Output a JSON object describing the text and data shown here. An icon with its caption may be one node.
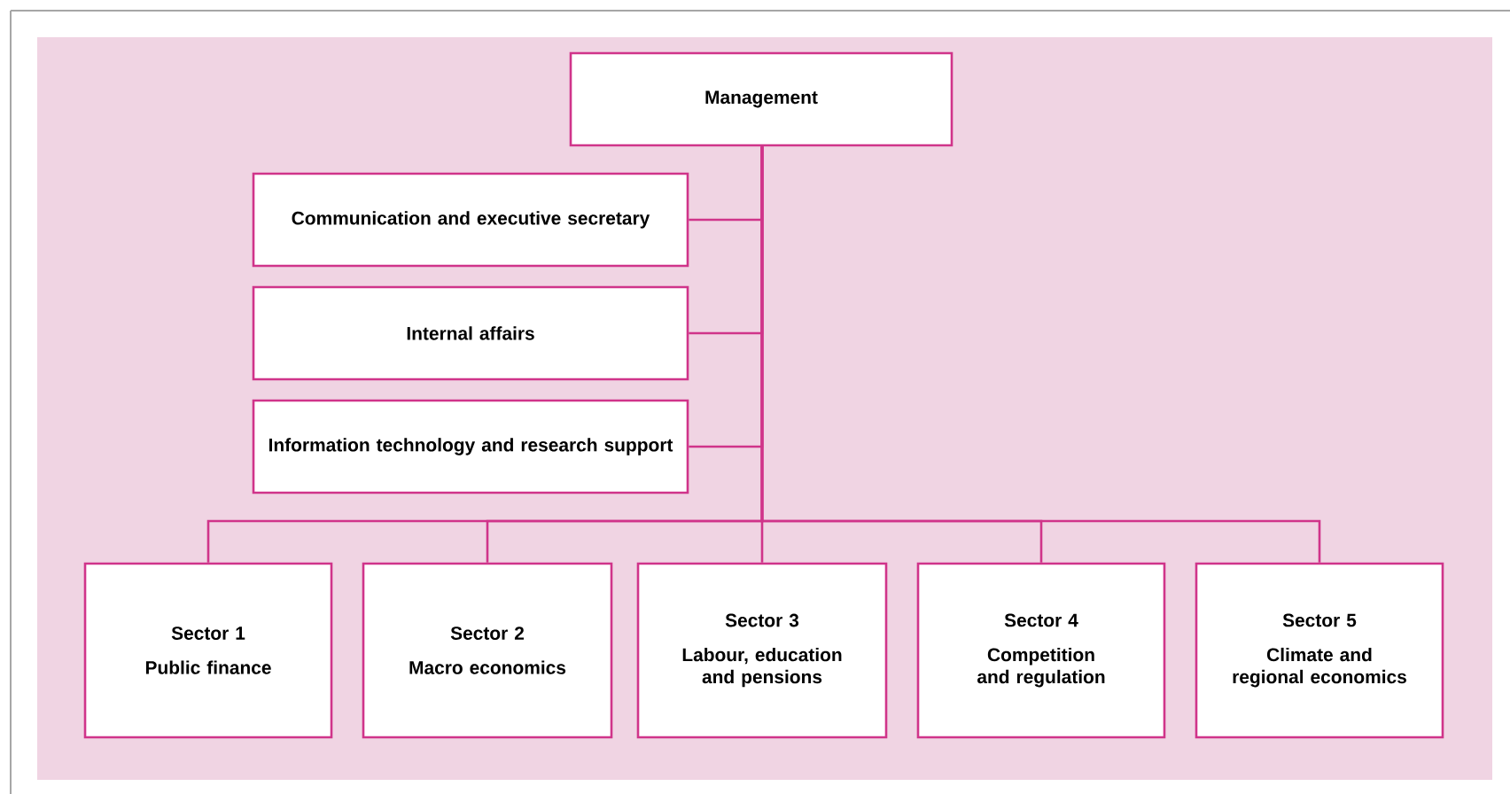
{
  "diagram": {
    "nodes": [
      {
        "text": [
          "Management"
        ]
      },
      {
        "text": [
          "Communication and executive secretary"
        ]
      },
      {
        "text": [
          "Internal affairs"
        ]
      },
      {
        "text": [
          "Information technology and research support"
        ]
      },
      {
        "text": [
          "Sector 1",
          "Public finance"
        ]
      },
      {
        "text": [
          "Sector 2",
          "Macro economics"
        ]
      },
      {
        "text": [
          "Sector 3",
          "Labour, education and pensions"
        ]
      },
      {
        "text": [
          "Sector 4",
          "Competition and regulation"
        ]
      },
      {
        "text": [
          "Sector 5",
          "Climate and regional economics"
        ]
      }
    ],
    "edges": [
      {
        "from": 0,
        "to": 1,
        "arrow": "none"
      },
      {
        "from": 0,
        "to": 2,
        "arrow": "none"
      },
      {
        "from": 0,
        "to": 3,
        "arrow": "none"
      },
      {
        "from": 0,
        "to": 4,
        "arrow": "none"
      },
      {
        "from": 0,
        "to": 5,
        "arrow": "none"
      },
      {
        "from": 0,
        "to": 6,
        "arrow": "none"
      },
      {
        "from": 0,
        "to": 7,
        "arrow": "none"
      },
      {
        "from": 0,
        "to": 8,
        "arrow": "none"
      }
    ]
  }
}
